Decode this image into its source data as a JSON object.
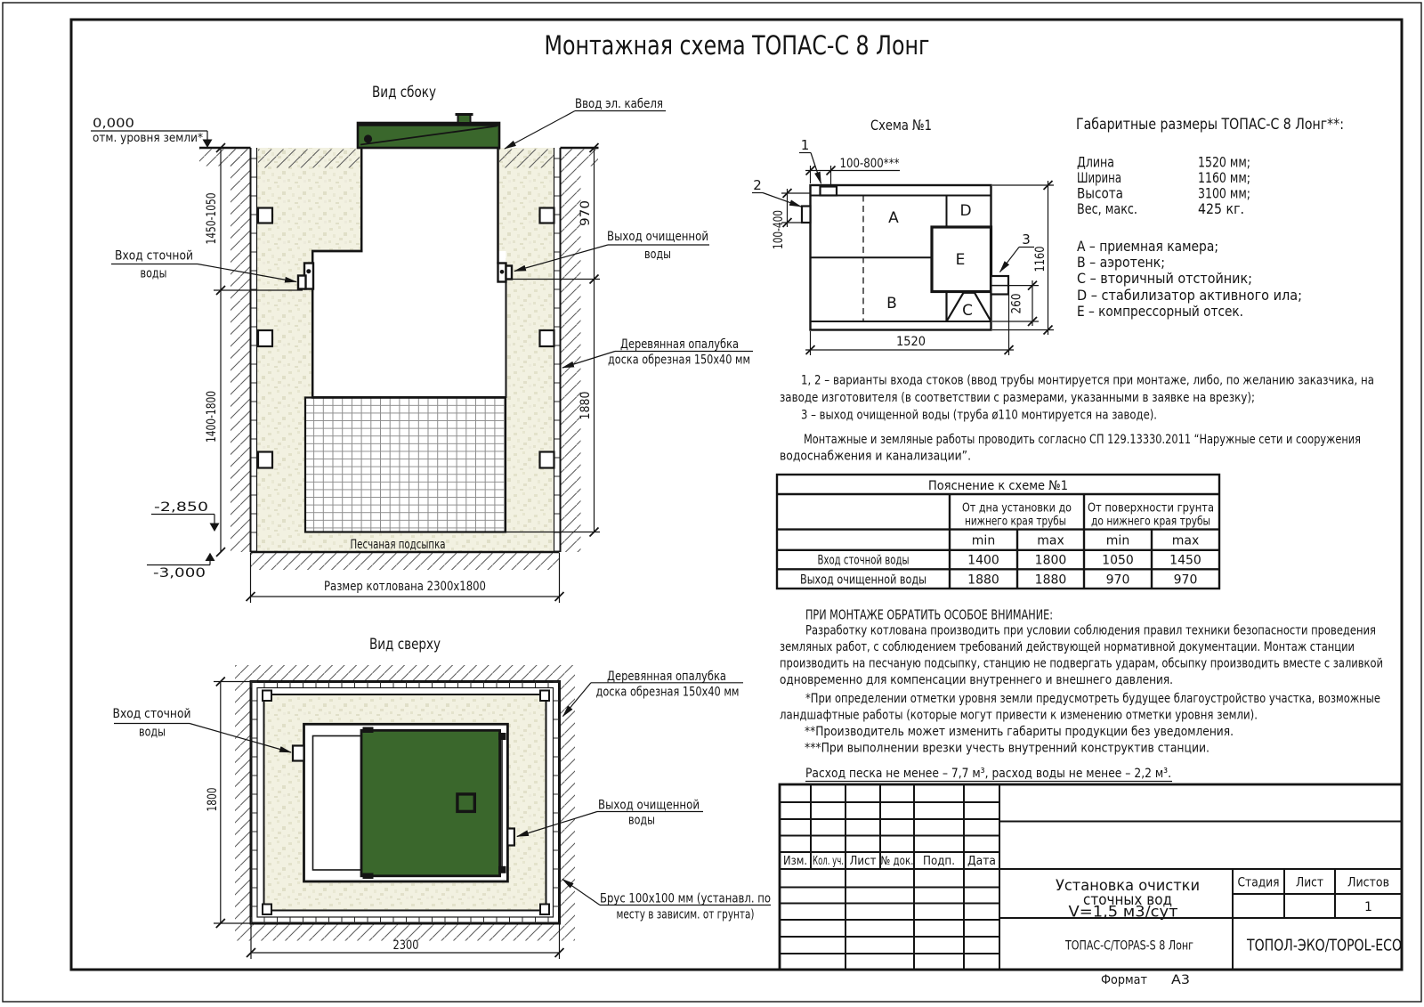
{
  "page": {
    "title": "Монтажная схема ТОПАС-С 8 Лонг",
    "format_label": "Формат",
    "format_value": "А3"
  },
  "side_view": {
    "title": "Вид сбоку",
    "cable_label": "Ввод эл. кабеля",
    "level_zero": "0,000",
    "level_zero_sub": "отм. уровня земли*",
    "inlet_l1": "Вход сточной",
    "inlet_l2": "воды",
    "outlet_l1": "Выход очищенной",
    "outlet_l2": "воды",
    "formwork_l1": "Деревянная опалубка",
    "formwork_l2": "доска обрезная 150х40 мм",
    "sand_label": "Песчаная подсыпка",
    "level_m2850": "-2,850",
    "level_m3000": "-3,000",
    "pit_dim": "Размер котлована 2300х1800",
    "dim_upper_left": "1450-1050",
    "dim_lower_left": "1400-1800",
    "dim_upper_right": "970",
    "dim_lower_right": "1880"
  },
  "top_view": {
    "title": "Вид сверху",
    "inlet_l1": "Вход сточной",
    "inlet_l2": "воды",
    "outlet_l1": "Выход очищенной",
    "outlet_l2": "воды",
    "formwork_l1": "Деревянная опалубка",
    "formwork_l2": "доска обрезная 150х40 мм",
    "beam_l1": "Брус 100х100 мм (устанавл. по",
    "beam_l2": "месту в зависим. от грунта)",
    "dim_height": "1800",
    "dim_width": "2300"
  },
  "schema": {
    "title": "Схема №1",
    "comp_a": "A",
    "comp_b": "B",
    "comp_c": "C",
    "comp_d": "D",
    "comp_e": "E",
    "callout_1": "1",
    "callout_2": "2",
    "callout_3": "3",
    "dim_top": "100-800***",
    "dim_left": "100-400",
    "dim_length": "1520",
    "dim_height": "1160",
    "dim_outlet": "260"
  },
  "specs": {
    "title": "Габаритные размеры ТОПАС-С 8 Лонг**:",
    "rows": [
      {
        "label": "Длина",
        "value": "1520 мм;"
      },
      {
        "label": "Ширина",
        "value": "1160 мм;"
      },
      {
        "label": "Высота",
        "value": "3100 мм;"
      },
      {
        "label": "Вес, макс.",
        "value": "425 кг."
      }
    ],
    "legend": [
      "А – приемная камера;",
      "В – аэротенк;",
      "С – вторичный отстойник;",
      "D – стабилизатор активного ила;",
      "Е – компрессорный отсек."
    ]
  },
  "notes": {
    "lines": [
      "1, 2 – варианты входа  стоков (ввод трубы монтируется при монтаже, либо, по желанию заказчика, на",
      "заводе изготовителя (в соответствии с размерами, указанными в заявке на врезку);",
      "3 – выход очищенной воды (труба ø110 монтируется на заводе)."
    ],
    "sp_lines": [
      "Монтажные и земляные работы проводить согласно СП 129.13330.2011 “Наружные сети и сооружения",
      "водоснабжения и канализации”."
    ]
  },
  "table": {
    "title": "Пояснение к схеме №1",
    "group1_l1": "От дна установки до",
    "group1_l2": "нижнего края трубы",
    "group2_l1": "От поверхности грунта",
    "group2_l2": "до нижнего края трубы",
    "minmax": [
      "min",
      "max",
      "min",
      "max"
    ],
    "row1_label": "Вход сточной воды",
    "row1": [
      "1400",
      "1800",
      "1050",
      "1450"
    ],
    "row2_label": "Выход очищенной воды",
    "row2": [
      "1880",
      "1880",
      "970",
      "970"
    ]
  },
  "attention": {
    "title": "ПРИ МОНТАЖЕ ОБРАТИТЬ ОСОБОЕ ВНИМАНИЕ:",
    "para1": [
      "Разработку котлована производить при условии соблюдения правил техники безопасности проведения",
      "земляных работ, с соблюдением требований действующей нормативной документации. Монтаж станции",
      "производить на песчаную подсыпку, станцию не подвергать ударам, обсыпку производить вместе с заливкой",
      "одновременно для компенсации внутреннего и внешнего давления."
    ],
    "para2": [
      "*При определении отметки уровня земли предусмотреть будущее благоустройство участка, возможные",
      "ландшафтные работы (которые могут привести к изменению отметки уровня земли).",
      "**Производитель может изменить габариты продукции без уведомления.",
      "***При выполнении врезки учесть внутренний конструктив станции."
    ],
    "consumption": "Расход песка не менее – 7,7 м³, расход воды не менее – 2,2 м³."
  },
  "title_block": {
    "cols": [
      "Изм.",
      "Кол. уч.",
      "Лист",
      "№ док.",
      "Подп.",
      "Дата"
    ],
    "doc_l1": "Установка очистки",
    "doc_l2": "сточных вод",
    "doc_l3": "V=1,5 м3/сут",
    "model": "ТОПАС-С/TOPAS-S 8 Лонг",
    "company": "ТОПОЛ-ЭКО/TOPOL-ECO",
    "stage": "Стадия",
    "sheet": "Лист",
    "sheets": "Листов",
    "sheets_value": "1"
  }
}
